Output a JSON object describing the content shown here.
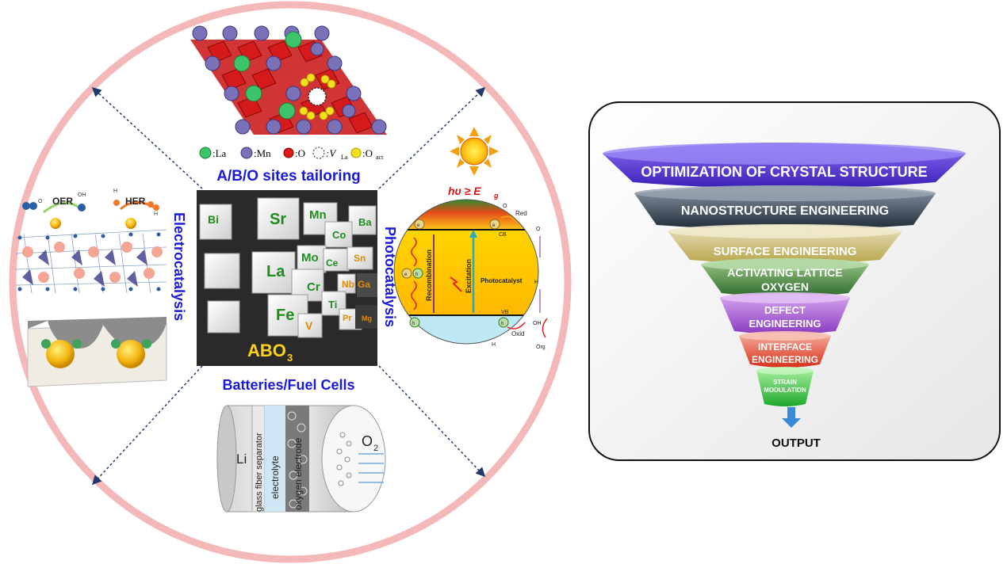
{
  "sites": {
    "title": "A/B/O sites tailoring",
    "legend": [
      {
        "symbol": ":La",
        "color": "#3cc46a"
      },
      {
        "symbol": ":Mn",
        "color": "#7a72b8"
      },
      {
        "symbol": ":O",
        "color": "#e01818"
      },
      {
        "symbol": ":V",
        "sub": "La",
        "color": "#ffffff"
      },
      {
        "symbol": ":O",
        "sub": "act",
        "color": "#f2e020"
      }
    ]
  },
  "electrocatalysis": {
    "title": "Electrocatalysis",
    "oer": "OER",
    "her": "HER",
    "o2": "O",
    "oh": "OH",
    "h": "H",
    "h2": "H"
  },
  "center": {
    "abo3": "ABO",
    "abo3_sub": "3",
    "elements": [
      "Bi",
      "Sr",
      "Mn",
      "Ba",
      "Co",
      "La",
      "Mo",
      "Ce",
      "Sn",
      "Cr",
      "Nb",
      "Ga",
      "Fe",
      "Ti",
      "V",
      "Pr",
      "Mg"
    ]
  },
  "photocatalysis": {
    "title": "Photocatalysis",
    "hv": "hυ ≥ E",
    "hv_sub": "g",
    "cb": "CB",
    "vb": "VB",
    "red": "Red",
    "oxid": "Oxid",
    "recombination": "Recombination",
    "excitation": "Excitation",
    "photocatalyst": "Photocatalyst",
    "o2": "O",
    "o2_rad": "O",
    "h2o2": "H",
    "oh": "OH",
    "h2o_oh": "H",
    "org": "Org",
    "e": "e",
    "h": "h"
  },
  "batteries": {
    "title": "Batteries/Fuel Cells",
    "li": "Li",
    "separator": "glass fiber separator",
    "electrolyte": "electrolyte",
    "electrode": "oxygen electrode",
    "o2": "O",
    "o2_sub": "2"
  },
  "funnel": {
    "stages": [
      "OPTIMIZATION OF CRYSTAL STRUCTURE",
      "NANOSTRUCTURE ENGINEERING",
      "SURFACE ENGINEERING",
      "ACTIVATING LATTICE",
      "OXYGEN",
      "DEFECT",
      "ENGINEERING",
      "INTERFACE",
      "ENGINEERING",
      "STRAIN",
      "MODULATION"
    ],
    "output": "OUTPUT"
  },
  "colors": {
    "circle": "#f4b8b8",
    "label_blue": "#1a1ad6",
    "funnel_box": "#f2f2f2"
  }
}
